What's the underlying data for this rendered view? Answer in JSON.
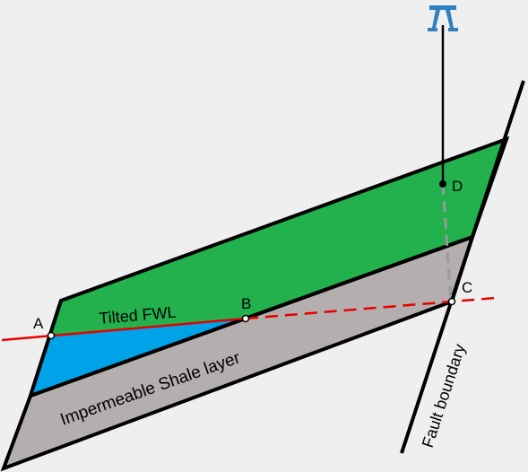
{
  "labels": {
    "point_a": "A",
    "point_b": "B",
    "point_c": "C",
    "point_d": "D",
    "tilted_fwl": "Tilted FWL",
    "shale_layer": "Impermeable Shale layer",
    "fault_boundary": "Fault boundary"
  },
  "colors": {
    "background": "#efefef",
    "reservoir_green": "#22b14c",
    "water_blue": "#00a2e8",
    "shale_gray": "#b4aeae",
    "fwl_red": "#e60000",
    "well_blue": "#2f7fc1",
    "outline": "#000000"
  },
  "icons": {
    "well": "wellhead-icon"
  }
}
